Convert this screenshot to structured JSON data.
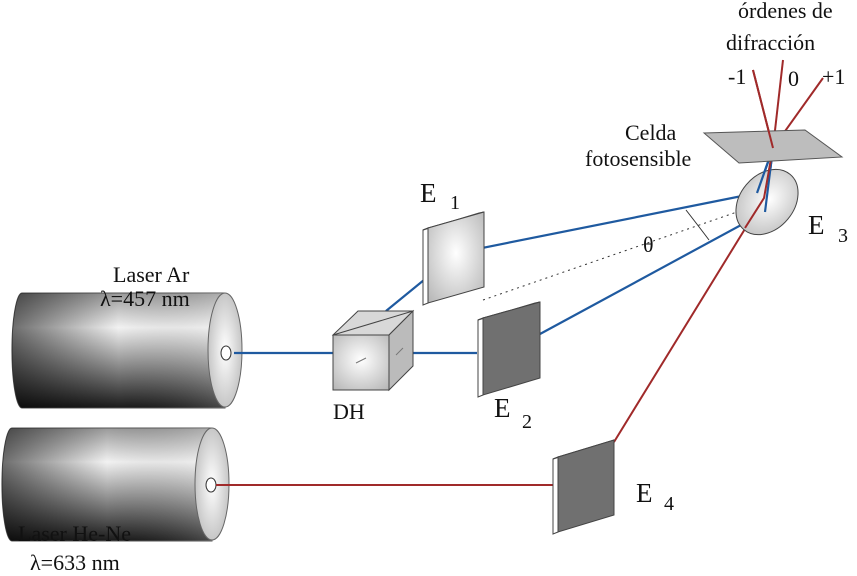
{
  "labels": {
    "laser_ar": "Laser Ar",
    "laser_ar_wavelength": "λ=457 nm",
    "laser_hene": "Laser He-Ne",
    "laser_hene_wavelength": "λ=633 nm",
    "beam_splitter": "DH",
    "mirror_e1": "E",
    "mirror_e1_sub": "1",
    "mirror_e2": "E",
    "mirror_e2_sub": "2",
    "mirror_e3": "E",
    "mirror_e3_sub": "3",
    "mirror_e4": "E",
    "mirror_e4_sub": "4",
    "angle": "θ",
    "cell_line1": "Celda",
    "cell_line2": "fotosensible",
    "orders_line1": "órdenes de",
    "orders_line2": "difracción",
    "order_minus1": "-1",
    "order_0": "0",
    "order_plus1": "+1"
  },
  "colors": {
    "blue_beam": "#1f5aa0",
    "red_beam": "#a02a2a",
    "mirror_dark": "#707070",
    "cell_plane": "#bdbdbd"
  }
}
